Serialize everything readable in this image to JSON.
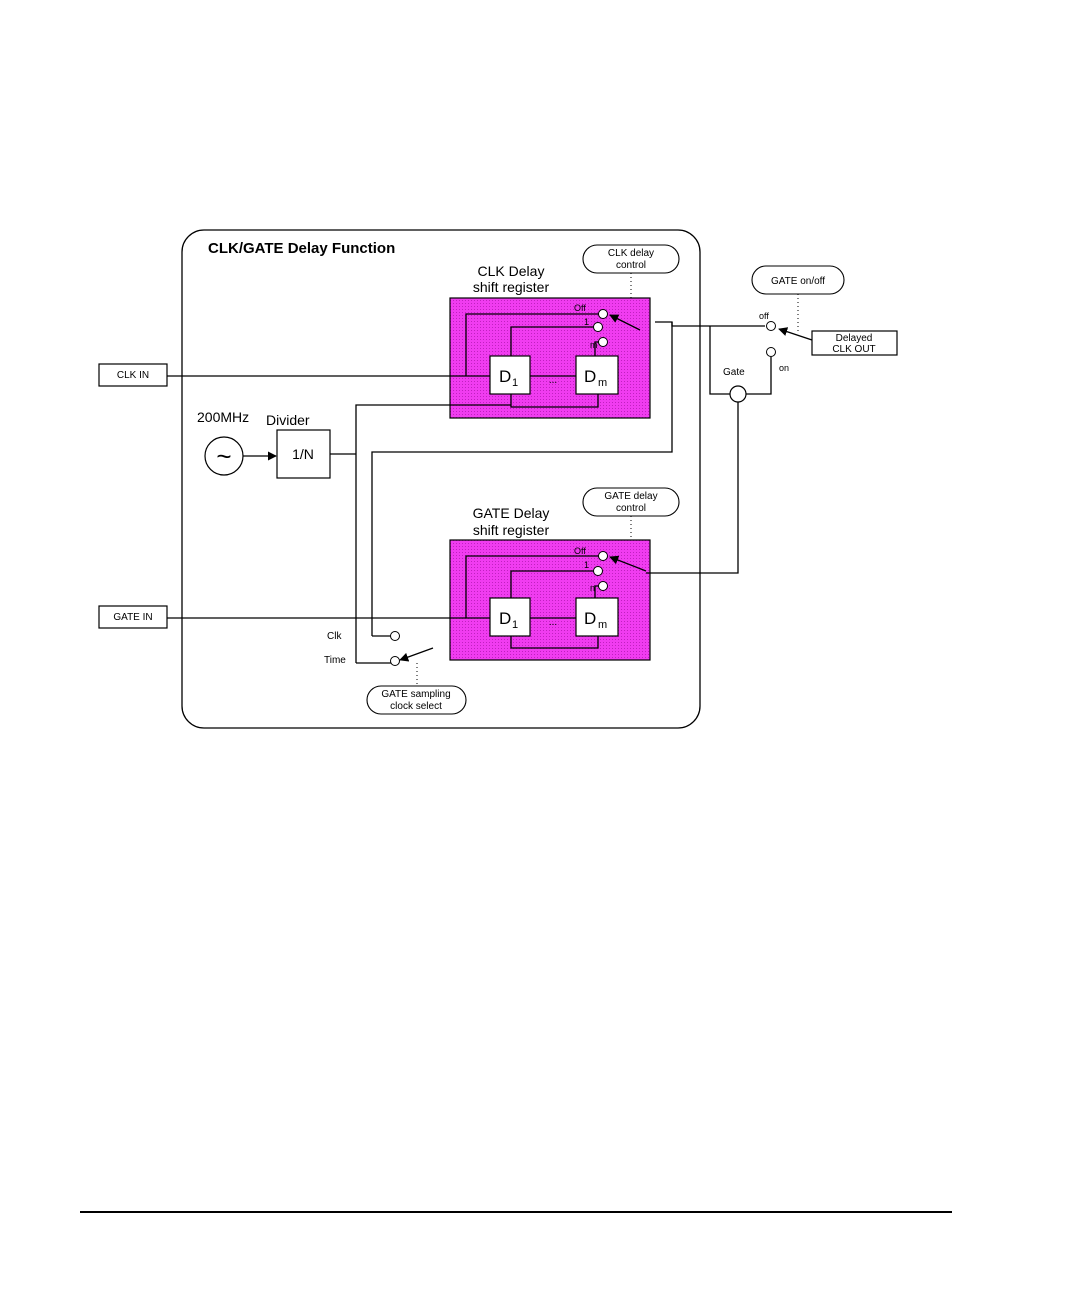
{
  "title": "CLK/GATE Delay Function",
  "clk_register": {
    "title_line1": "CLK Delay",
    "title_line2": "shift register",
    "tap_off": "Off",
    "tap_1": "1",
    "tap_m": "m",
    "cell_first": "D",
    "cell_first_sub": "1",
    "cell_ellipsis": "...",
    "cell_last": "D",
    "cell_last_sub": "m"
  },
  "gate_register": {
    "title_line1": "GATE Delay",
    "title_line2": "shift register",
    "tap_off": "Off",
    "tap_1": "1",
    "tap_n": "n",
    "cell_first": "D",
    "cell_first_sub": "1",
    "cell_ellipsis": "...",
    "cell_last": "D",
    "cell_last_sub": "m"
  },
  "controls": {
    "clk_delay_line1": "CLK delay",
    "clk_delay_line2": "control",
    "gate_delay_line1": "GATE delay",
    "gate_delay_line2": "control",
    "gate_onoff": "GATE on/off",
    "gate_sampling_line1": "GATE sampling",
    "gate_sampling_line2": "clock select"
  },
  "io": {
    "clk_in": "CLK IN",
    "gate_in": "GATE IN",
    "delayed_clk_line1": "Delayed",
    "delayed_clk_line2": "CLK OUT"
  },
  "oscillator": {
    "freq": "200MHz",
    "symbol": "~"
  },
  "divider": {
    "label": "Divider",
    "ratio": "1/N"
  },
  "labels": {
    "off": "off",
    "on": "on",
    "gate": "Gate",
    "clk": "Clk",
    "time": "Time"
  }
}
